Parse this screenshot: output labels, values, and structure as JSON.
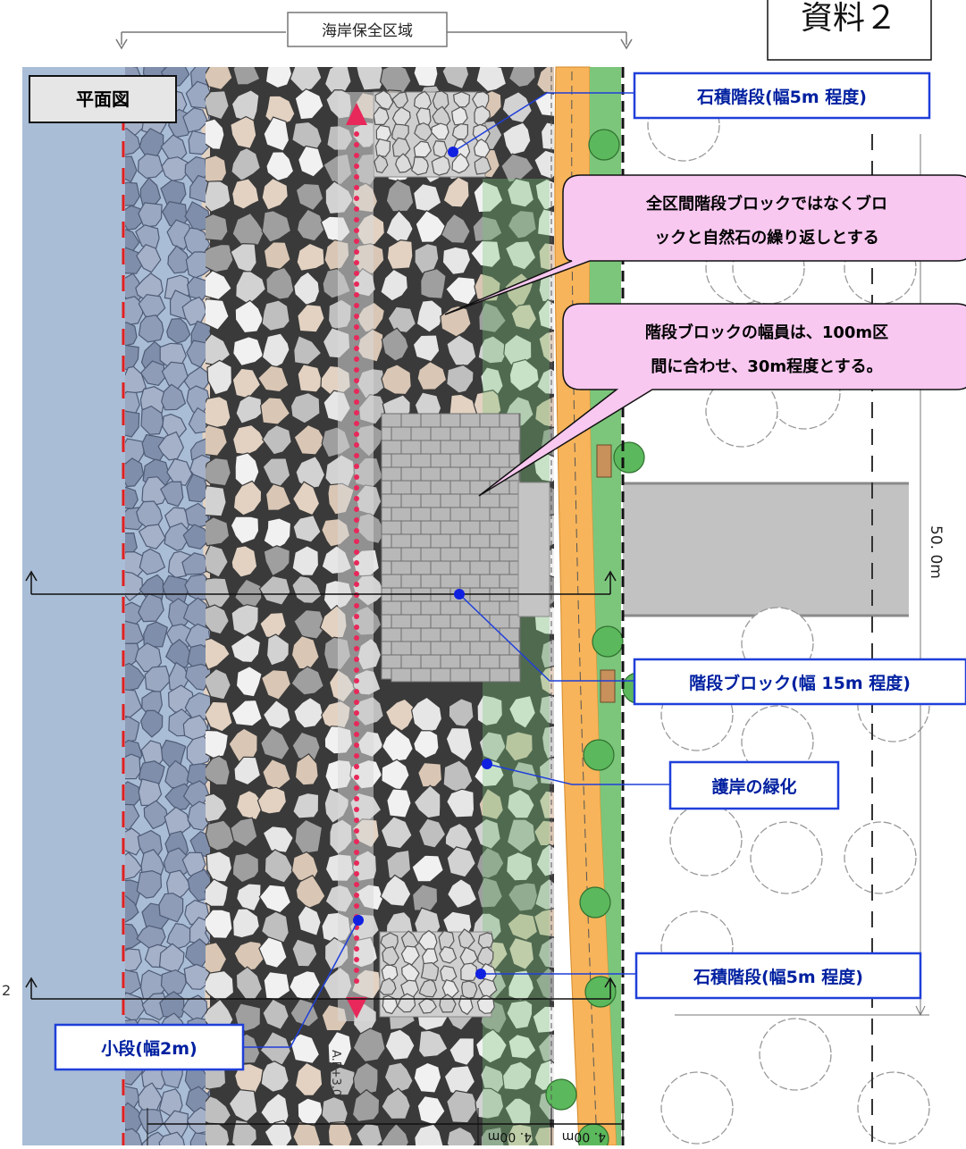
{
  "document": {
    "stamp": "資料２",
    "view_title": "平面図",
    "zone_label": "海岸保全区域"
  },
  "labels": {
    "stair_top": "石積階段(幅5m 程度)",
    "stair_bottom": "石積階段(幅5m 程度)",
    "step_block": "階段ブロック(幅 15m 程度)",
    "greening": "護岸の緑化",
    "small_step": "小段(幅2m)"
  },
  "callouts": {
    "alternate_line1": "全区間階段ブロックではなくブロ",
    "alternate_line2": "ックと自然石の繰り返しとする",
    "width_line1": "階段ブロックの幅員は、100m区",
    "width_line2": "間に合わせ、30m程度とする。"
  },
  "dimensions": {
    "length": "50. 0m",
    "width_a": "4. 00m",
    "width_b": "4. 00m",
    "elevation": "A.P+3.0"
  },
  "section_markers": {
    "marker": "2"
  },
  "colors": {
    "sea": "#a9bdd6",
    "riprap": "#8e9cb8",
    "stone_light": "#e6e6e6",
    "stone_beige": "#e3d2c2",
    "block_gray": "#bdbdbd",
    "path_orange": "#f7b45a",
    "grass_green": "#7cc67c",
    "label_border": "#1f3fd9",
    "callout_fill": "#f8c8f0",
    "pink_line": "#e8285a",
    "red_dash": "#e02020",
    "road_gray": "#c2c2c2"
  }
}
